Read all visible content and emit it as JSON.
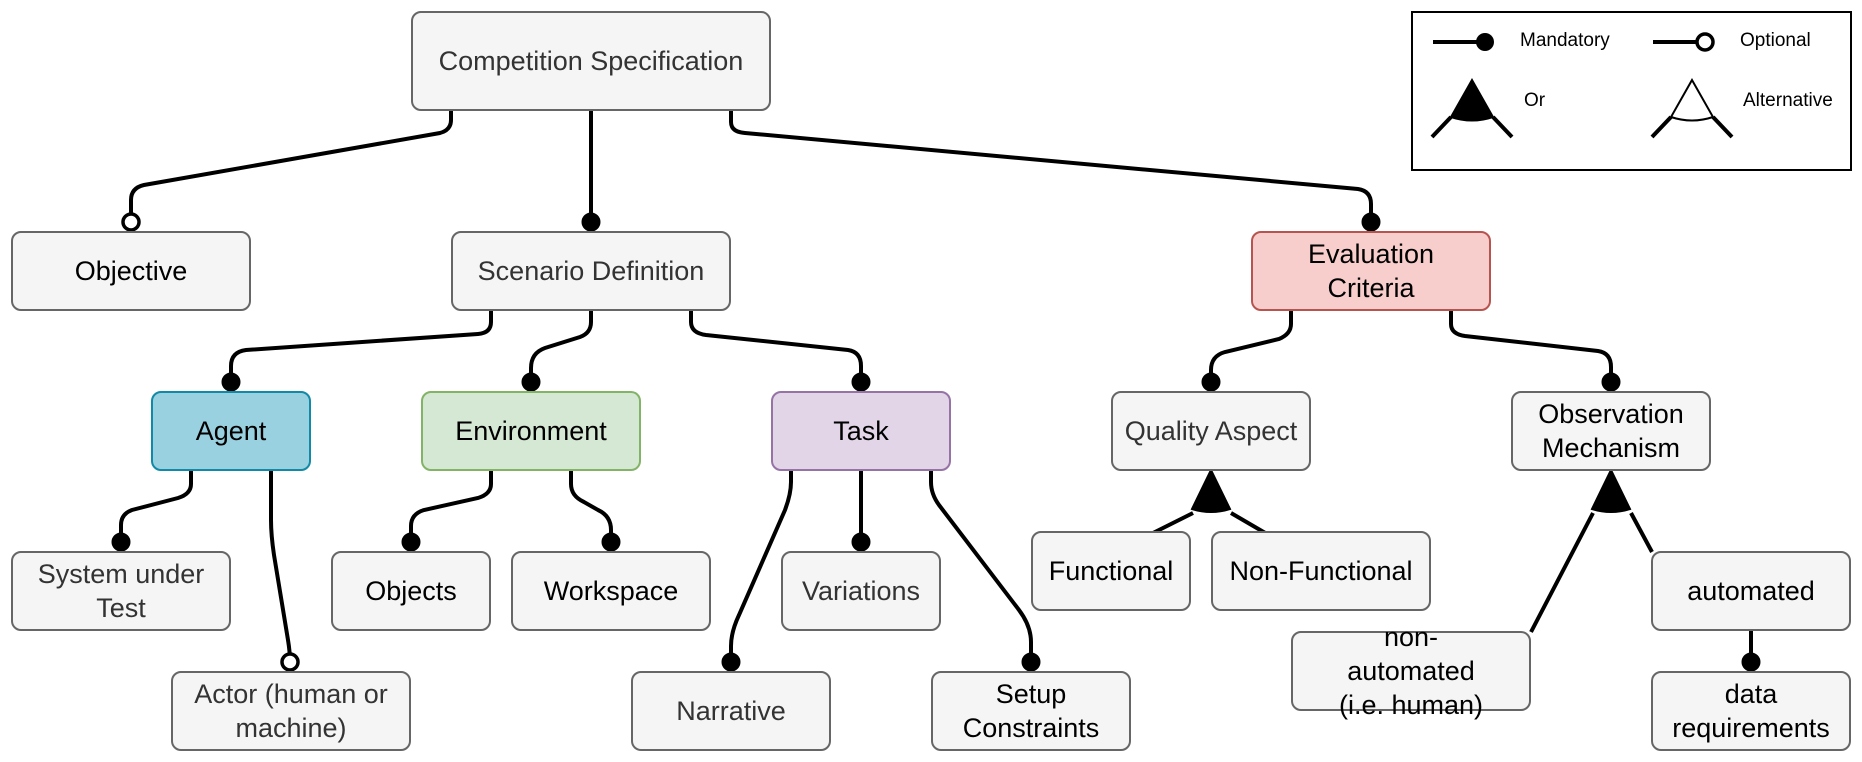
{
  "nodes": {
    "competition_specification": "Competition Specification",
    "objective": "Objective",
    "scenario_definition": "Scenario Definition",
    "evaluation_criteria": "Evaluation Criteria",
    "agent": "Agent",
    "environment": "Environment",
    "task": "Task",
    "quality_aspect": "Quality Aspect",
    "observation_mechanism": "Observation Mechanism",
    "system_under_test": "System under Test",
    "actor": "Actor (human or machine)",
    "objects": "Objects",
    "workspace": "Workspace",
    "variations": "Variations",
    "narrative": "Narrative",
    "setup_constraints": "Setup Constraints",
    "functional": "Functional",
    "non_functional": "Non-Functional",
    "automated": "automated",
    "non_automated": "non-automated (i.e. human)",
    "data_requirements": "data requirements"
  },
  "legend": {
    "mandatory": "Mandatory",
    "optional": "Optional",
    "or": "Or",
    "alternative": "Alternative"
  },
  "colors": {
    "agent": "#99d1e0",
    "environment": "#d5e8d4",
    "task": "#e1d5e7",
    "evaluation_criteria": "#f8cecc",
    "default": "#f5f5f5"
  }
}
